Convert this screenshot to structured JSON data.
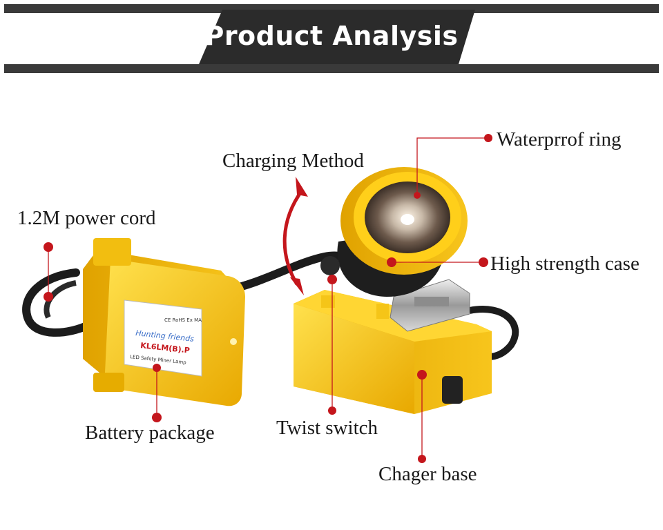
{
  "title": "Product Analysis",
  "colors": {
    "accent": "#c4161c",
    "body_yellow": "#f5c518",
    "banner_dark": "#2b2b2b"
  },
  "labels": {
    "waterproof_ring": "Waterprrof ring",
    "charging_method": "Charging Method",
    "power_cord": "1.2M power cord",
    "high_strength_case": "High strength case",
    "battery_package": "Battery package",
    "twist_switch": "Twist switch",
    "charger_base": "Chager base"
  },
  "battery_sticker": {
    "cert": "CE RoHS Ex MA",
    "brand": "Hunting friends",
    "model": "KL6LM(B).P",
    "desc": "LED Safety Miner Lamp"
  }
}
